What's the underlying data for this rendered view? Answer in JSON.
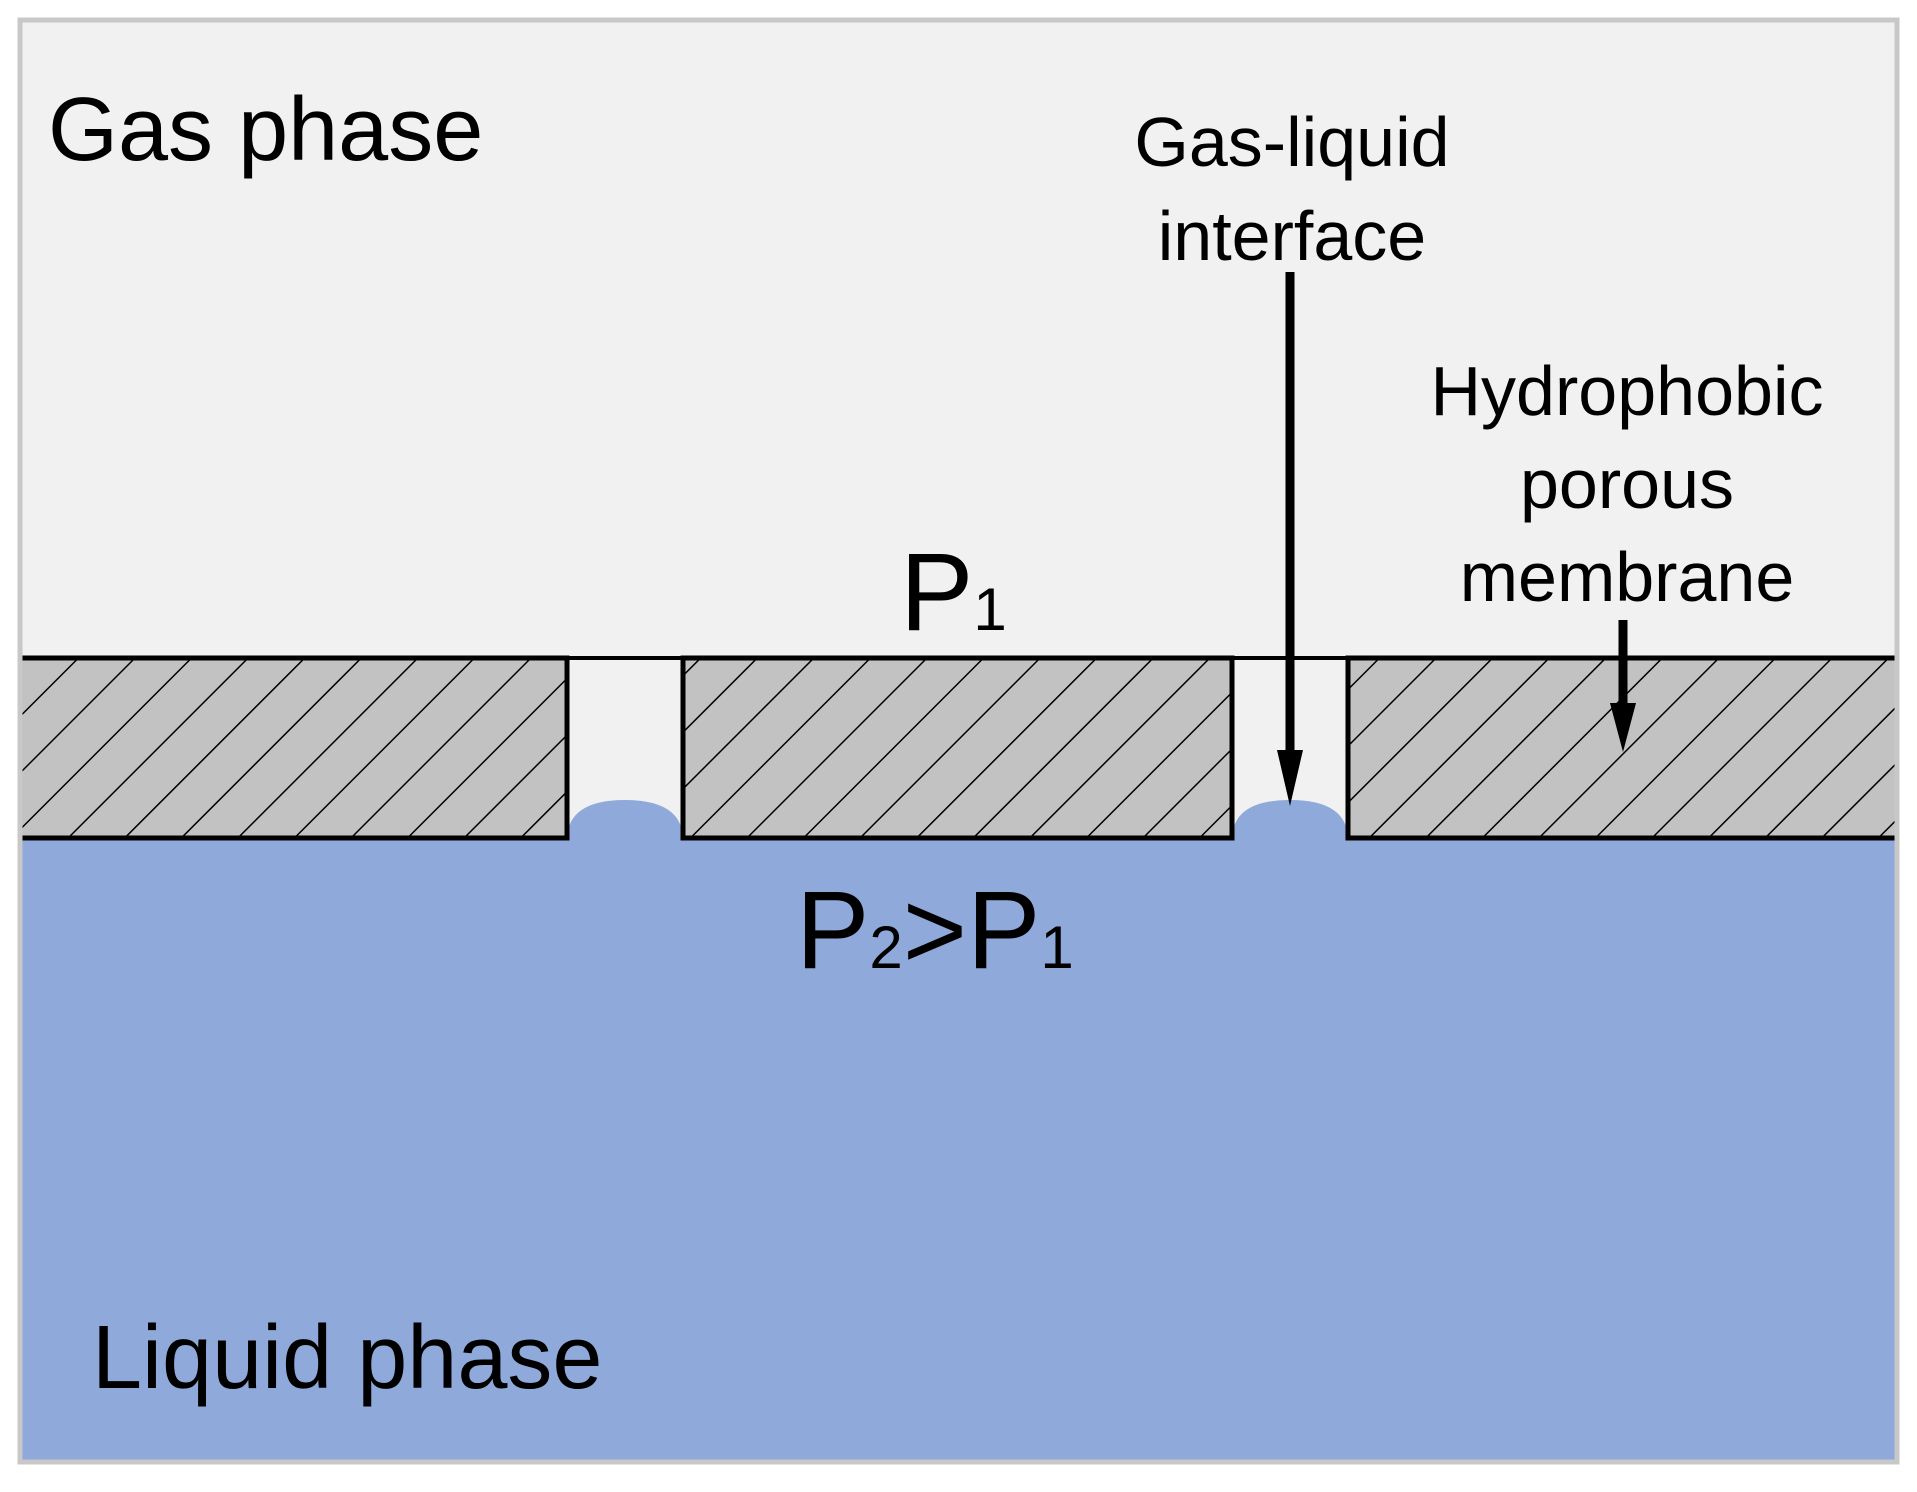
{
  "labels": {
    "gas_phase": "Gas phase",
    "liquid_phase": "Liquid phase",
    "interface_line1": "Gas-liquid",
    "interface_line2": "interface",
    "membrane_line1": "Hydrophobic",
    "membrane_line2": "porous",
    "membrane_line3": "membrane",
    "p1_main": "P",
    "p1_sub": "1",
    "p2_main_a": "P",
    "p2_sub_a": "2",
    "p2_rel": ">P",
    "p2_sub_b": "1"
  },
  "colors": {
    "gas": "#f1f1f1",
    "liquid": "#8fa9da",
    "membrane": "#c2c2c2",
    "outline": "#000000",
    "frame": "#c8c8c8"
  }
}
